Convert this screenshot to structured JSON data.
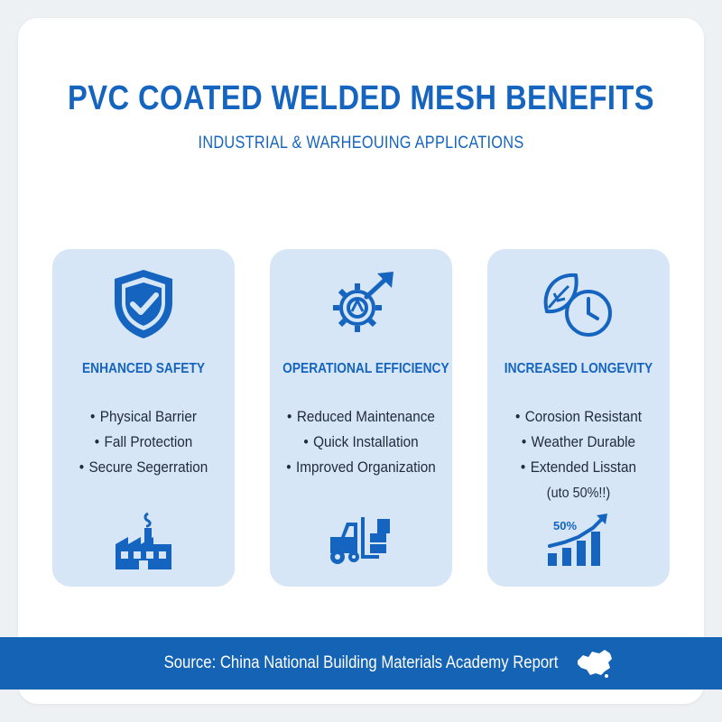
{
  "header": {
    "title": "PVC COATED WELDED MESH BENEFITS",
    "subtitle": "INDUSTRIAL & WARHEOUING APPLICATIONS"
  },
  "cards": [
    {
      "heading": "ENHANCED SAFETY",
      "icon": "shield-check-icon",
      "bottom_icon": "factory-icon",
      "items": [
        "Physical Barrier",
        "Fall Protection",
        "Secure Segerration"
      ]
    },
    {
      "heading": "OPERATIONAL EFFICIENCY",
      "icon": "gear-arrow-icon",
      "bottom_icon": "forklift-icon",
      "items": [
        "Reduced Maintenance",
        "Quick Installation",
        "Improved Organization"
      ]
    },
    {
      "heading": "INCREASED LONGEVITY",
      "icon": "leaf-clock-icon",
      "bottom_icon": "growth-chart-icon",
      "items": [
        "Corosion Resistant",
        "Weather Durable",
        "Extended Lisstan"
      ],
      "note": "(uto 50%!!)",
      "chart_label": "50%"
    }
  ],
  "footer": {
    "source": "Source: China National Building Materials Academy Report",
    "icon": "china-map-icon"
  },
  "colors": {
    "accent": "#1565c0",
    "card_bg": "#d6e6f6",
    "footer_bg": "#1463b5",
    "text": "#1f2b3a"
  }
}
